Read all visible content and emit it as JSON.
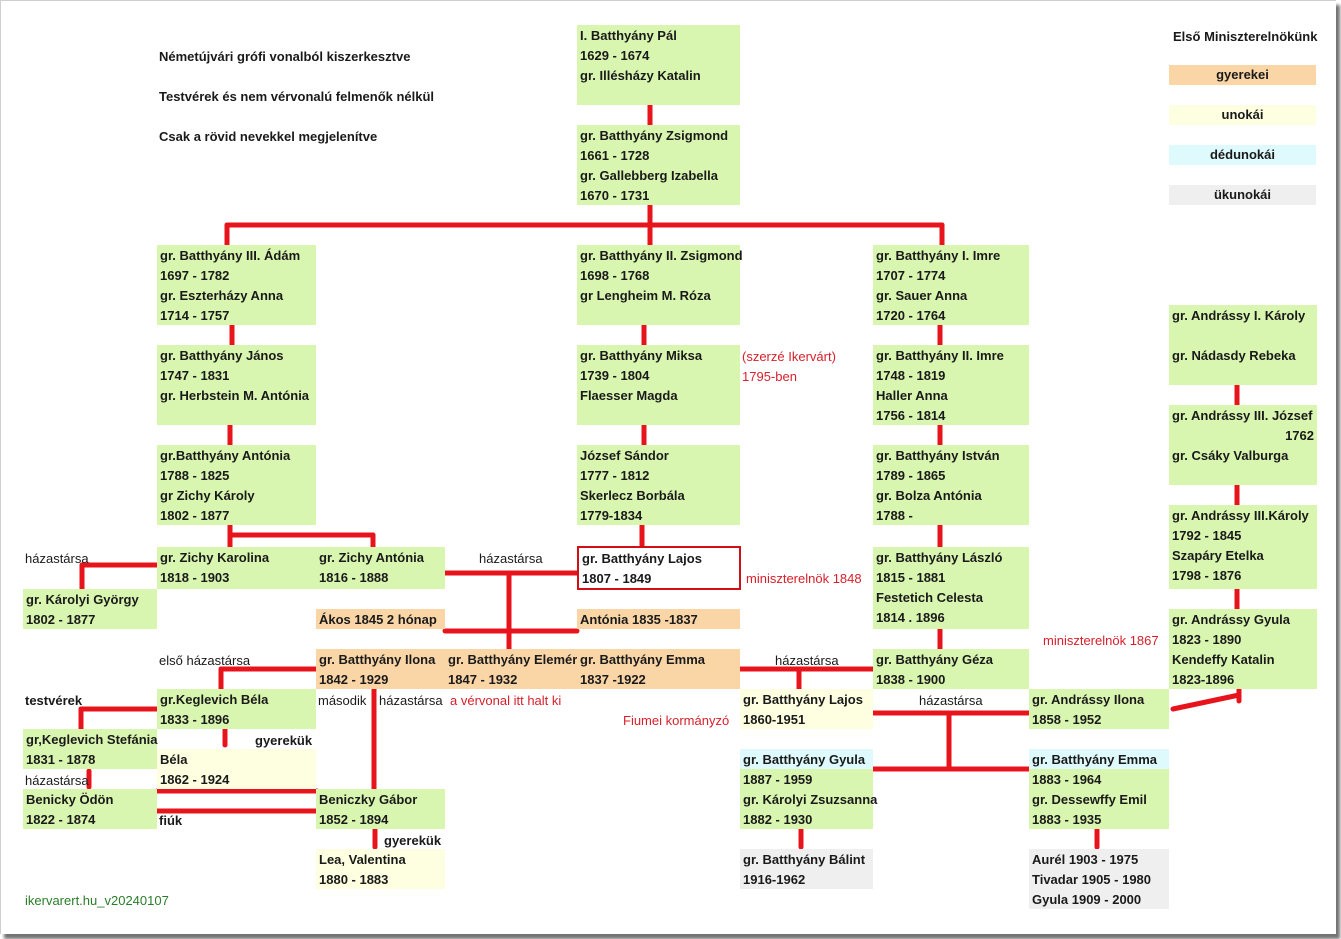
{
  "notes": {
    "line1": "Németújvári grófi vonalból kiszerkesztve",
    "line2": "Testvérek és nem vérvonalú felmenők nélkül",
    "line3": "Csak a rövid nevekkel megjelenítve"
  },
  "legend": {
    "title": "Első Miniszterelnökünk",
    "children": "gyerekei",
    "grandchildren": "unokái",
    "great_grandchildren": "dédunokái",
    "great_great_grandchildren": "ükunokái"
  },
  "colors": {
    "green": "#d9f6b0",
    "orange": "#fad6a7",
    "yellow": "#fefee0",
    "cyan": "#dffafc",
    "grey": "#efefef",
    "connector": "#e8141c",
    "highlight_border": "#d10f15"
  },
  "boxes": {
    "b_pal": [
      "I. Batthyány Pál",
      "1629 - 1674",
      "gr. Illésházy Katalin"
    ],
    "b_zsigmond": [
      "gr. Batthyány Zsigmond",
      "1661 - 1728",
      "gr. Gallebberg Izabella",
      "1670 - 1731"
    ],
    "b_adam": [
      "gr. Batthyány III. Ádám",
      "1697 - 1782",
      "gr. Eszterházy Anna",
      "1714 - 1757"
    ],
    "b_zsigmond2": [
      "gr. Batthyány II. Zsigmond",
      "1698 - 1768",
      "gr Lengheim M. Róza"
    ],
    "b_imre1": [
      "gr. Batthyány I. Imre",
      "1707 - 1774",
      "gr. Sauer Anna",
      "1720 - 1764"
    ],
    "b_janos": [
      "gr. Batthyány János",
      "1747 - 1831",
      "gr. Herbstein M. Antónia"
    ],
    "b_miksa": [
      "gr. Batthyány Miksa",
      "1739 - 1804",
      "Flaesser Magda"
    ],
    "b_imre2": [
      "gr. Batthyány II. Imre",
      "1748 - 1819",
      "Haller Anna",
      "1756 - 1814"
    ],
    "b_antonia": [
      "gr.Batthyány Antónia",
      "1788 - 1825",
      "gr Zichy Károly",
      "1802 - 1877"
    ],
    "b_jozsef": [
      "József Sándor",
      "1777 - 1812",
      "Skerlecz Borbála",
      "1779-1834"
    ],
    "b_istvan": [
      "gr. Batthyány István",
      "1789 - 1865",
      "gr. Bolza Antónia",
      "1788 -"
    ],
    "b_zkarolina": [
      "gr. Zichy Karolina",
      "1818 - 1903"
    ],
    "b_zantonia": [
      "gr. Zichy Antónia",
      "1816 - 1888"
    ],
    "b_lajos": [
      "gr. Batthyány Lajos",
      "1807 - 1849"
    ],
    "b_laszlo": [
      "gr. Batthyány László",
      "1815 - 1881",
      "Festetich Celesta",
      "1814 . 1896"
    ],
    "b_karolyi": [
      "gr. Károlyi György",
      "1802 - 1877"
    ],
    "b_akos": [
      "Ákos 1845 2 hónap"
    ],
    "b_antonia2": [
      "Antónia 1835 -1837"
    ],
    "b_ilona": [
      "gr. Batthyány Ilona",
      "1842 - 1929"
    ],
    "b_elemer": [
      "gr. Batthyány Elemér",
      "1847 - 1932"
    ],
    "b_emma": [
      "gr. Batthyány Emma",
      "1837 -1922"
    ],
    "b_geza": [
      "gr. Batthyány Géza",
      "1838 - 1900"
    ],
    "b_keglevich": [
      "gr.Keglevich Béla",
      "1833 - 1896"
    ],
    "b_lajos2": [
      "gr. Batthyány Lajos",
      "1860-1951"
    ],
    "b_ailona": [
      "gr. Andrássy Ilona",
      "1858 - 1952"
    ],
    "b_stefania": [
      "gr,Keglevich Stefánia",
      "1831 - 1878"
    ],
    "b_bela": [
      "Béla",
      "1862 - 1924"
    ],
    "b_benicky": [
      "Benicky Ödön",
      "1822 - 1874"
    ],
    "b_beniczky": [
      "Beniczky Gábor",
      "1852 - 1894"
    ],
    "b_lea": [
      "Lea, Valentina",
      "1880 - 1883"
    ],
    "b_gyula": [
      "gr. Batthyány Gyula",
      "1887 - 1959",
      "gr. Károlyi Zsuzsanna",
      "1882 - 1930"
    ],
    "b_emma2": [
      "gr. Batthyány Emma",
      "1883 - 1964",
      "gr. Dessewffy Emil",
      "1883 - 1935"
    ],
    "b_balint": [
      "gr. Batthyány Bálint",
      "1916-1962"
    ],
    "b_aurel": [
      "Aurél 1903 - 1975",
      "Tivadar 1905 - 1980",
      "Gyula 1909 - 2000"
    ],
    "b_akaroly1": [
      "gr. Andrássy I. Károly",
      "",
      "gr. Nádasdy Rebeka"
    ],
    "b_ajozsef": [
      "gr. Andrássy III. József",
      "1762",
      "gr. Csáky Valburga"
    ],
    "b_akaroly3": [
      "gr. Andrássy III.Károly",
      "1792 - 1845",
      "Szapáry Etelka",
      "1798 - 1876"
    ],
    "b_agyula": [
      "gr. Andrássy Gyula",
      "1823 - 1890",
      "Kendeffy Katalin",
      "1823-1896"
    ]
  },
  "labels": {
    "hazastarsa_left": "házastársa",
    "hazastarsa_mid": "házastársa",
    "szerze": "(szerzé Ikervárt)",
    "ben1795": "1795-ben",
    "miniszterelnok1848": "miniszterelnök 1848",
    "miniszterelnok1867": "miniszterelnök 1867",
    "elso_hazastarsa": "első házastársa",
    "hazastarsa_emma": "házastársa",
    "testverek": "testvérek",
    "masodik": "második",
    "hazastarsa_ilona": "házastársa",
    "vervonal": "a vérvonal itt halt ki",
    "fiumei": "Fiumei kormányzó",
    "hazastarsa_ailona": "házastársa",
    "gyerekuk1": "gyerekük",
    "hazastarsa_stef": "házastársa",
    "fiuk": "fiúk",
    "gyerekuk2": "gyerekük",
    "credit": "ikervarert.hu_v20240107"
  }
}
